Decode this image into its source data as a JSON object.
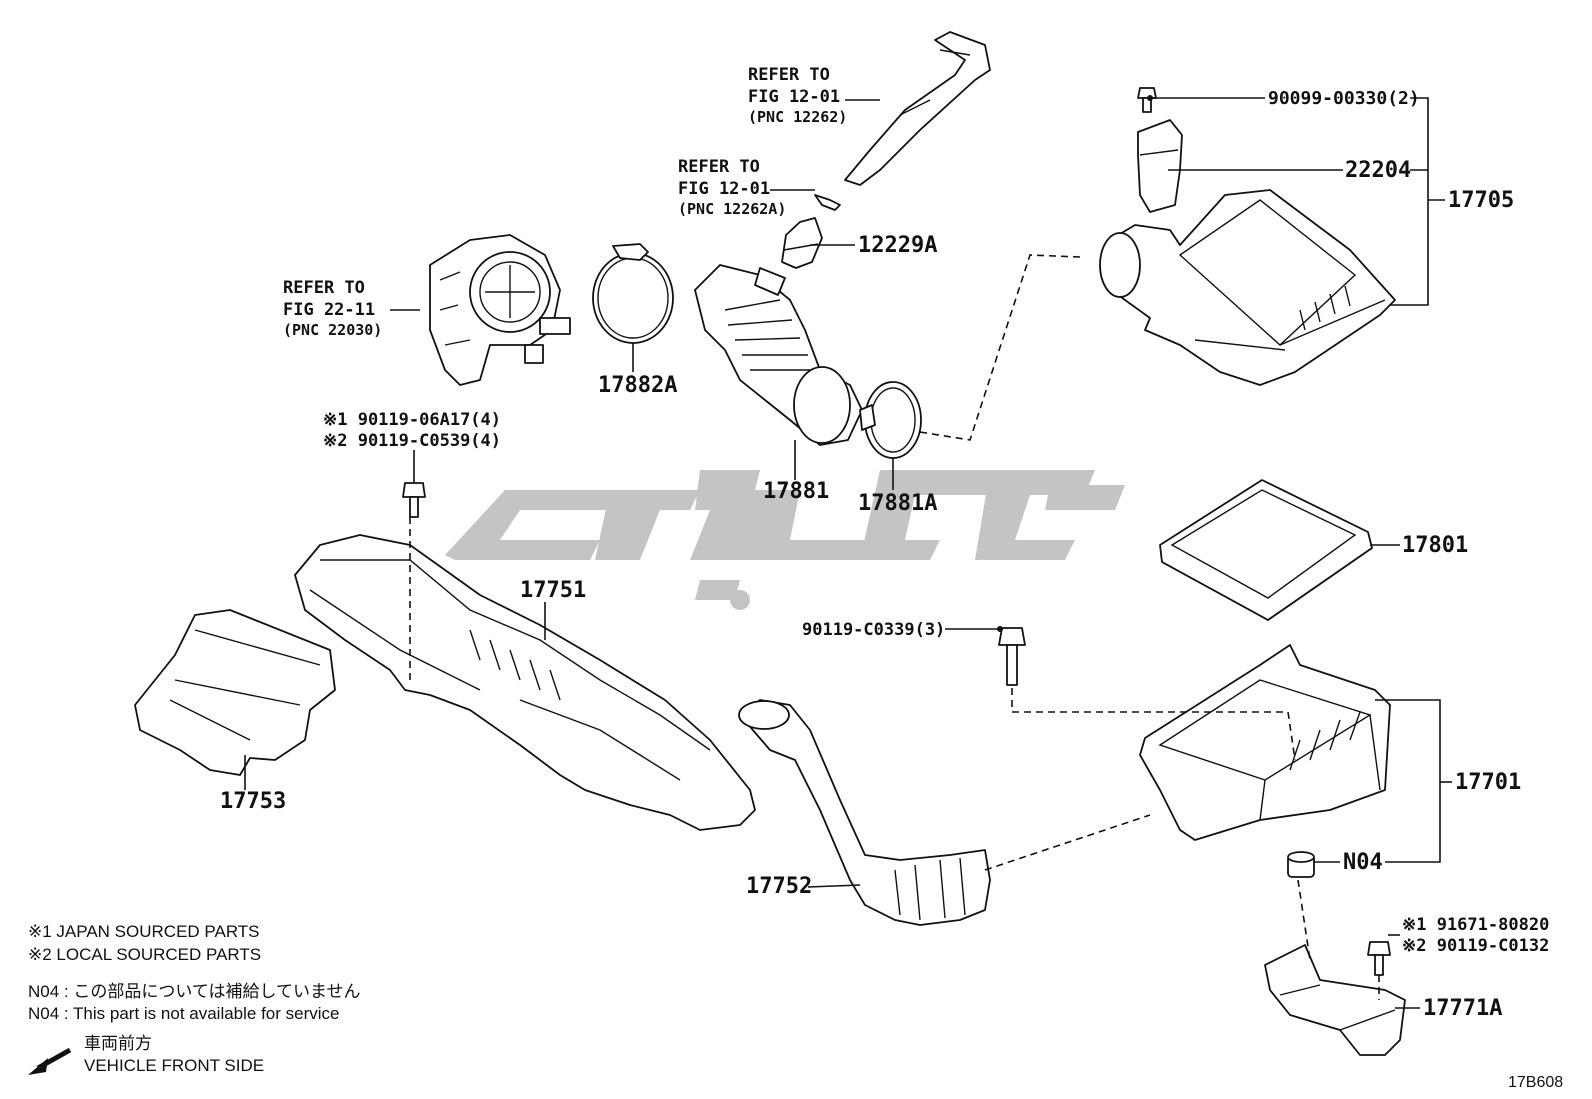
{
  "diagram_code": "17B608",
  "refs": {
    "hose": {
      "line1": "REFER TO",
      "line2": "FIG 12-01",
      "line3": "(PNC 12262)"
    },
    "clip": {
      "line1": "REFER TO",
      "line2": "FIG 12-01",
      "line3": "(PNC 12262A)"
    },
    "throttle": {
      "line1": "REFER TO",
      "line2": "FIG 22-11",
      "line3": "(PNC 22030)"
    }
  },
  "parts": {
    "p90099": "90099-00330(2)",
    "p22204": "22204",
    "p17705": "17705",
    "p12229A": "12229A",
    "p17882A": "17882A",
    "p17881": "17881",
    "p17881A": "17881A",
    "p17801": "17801",
    "p90119c0339": "90119-C0339(3)",
    "p17751": "17751",
    "p17753": "17753",
    "p17752": "17752",
    "p17701": "17701",
    "pN04": "N04",
    "p17771A": "17771A",
    "bolt_top_1": "※1 90119-06A17(4)",
    "bolt_top_2": "※2 90119-C0539(4)",
    "bolt_bottom_1": "※1 91671-80820",
    "bolt_bottom_2": "※2 90119-C0132"
  },
  "legend": {
    "note1": "※1 JAPAN SOURCED PARTS",
    "note2": "※2 LOCAL SOURCED PARTS",
    "n04_jp": "N04 : この部品については補給していません",
    "n04_en": "N04 : This part is not available for service",
    "front_jp": "車両前方",
    "front_en": "VEHICLE FRONT SIDE"
  },
  "icons": [
    "arrow-left-icon"
  ],
  "colors": {
    "line": "#111111",
    "watermark": "#c4c4c4",
    "background": "#ffffff"
  }
}
